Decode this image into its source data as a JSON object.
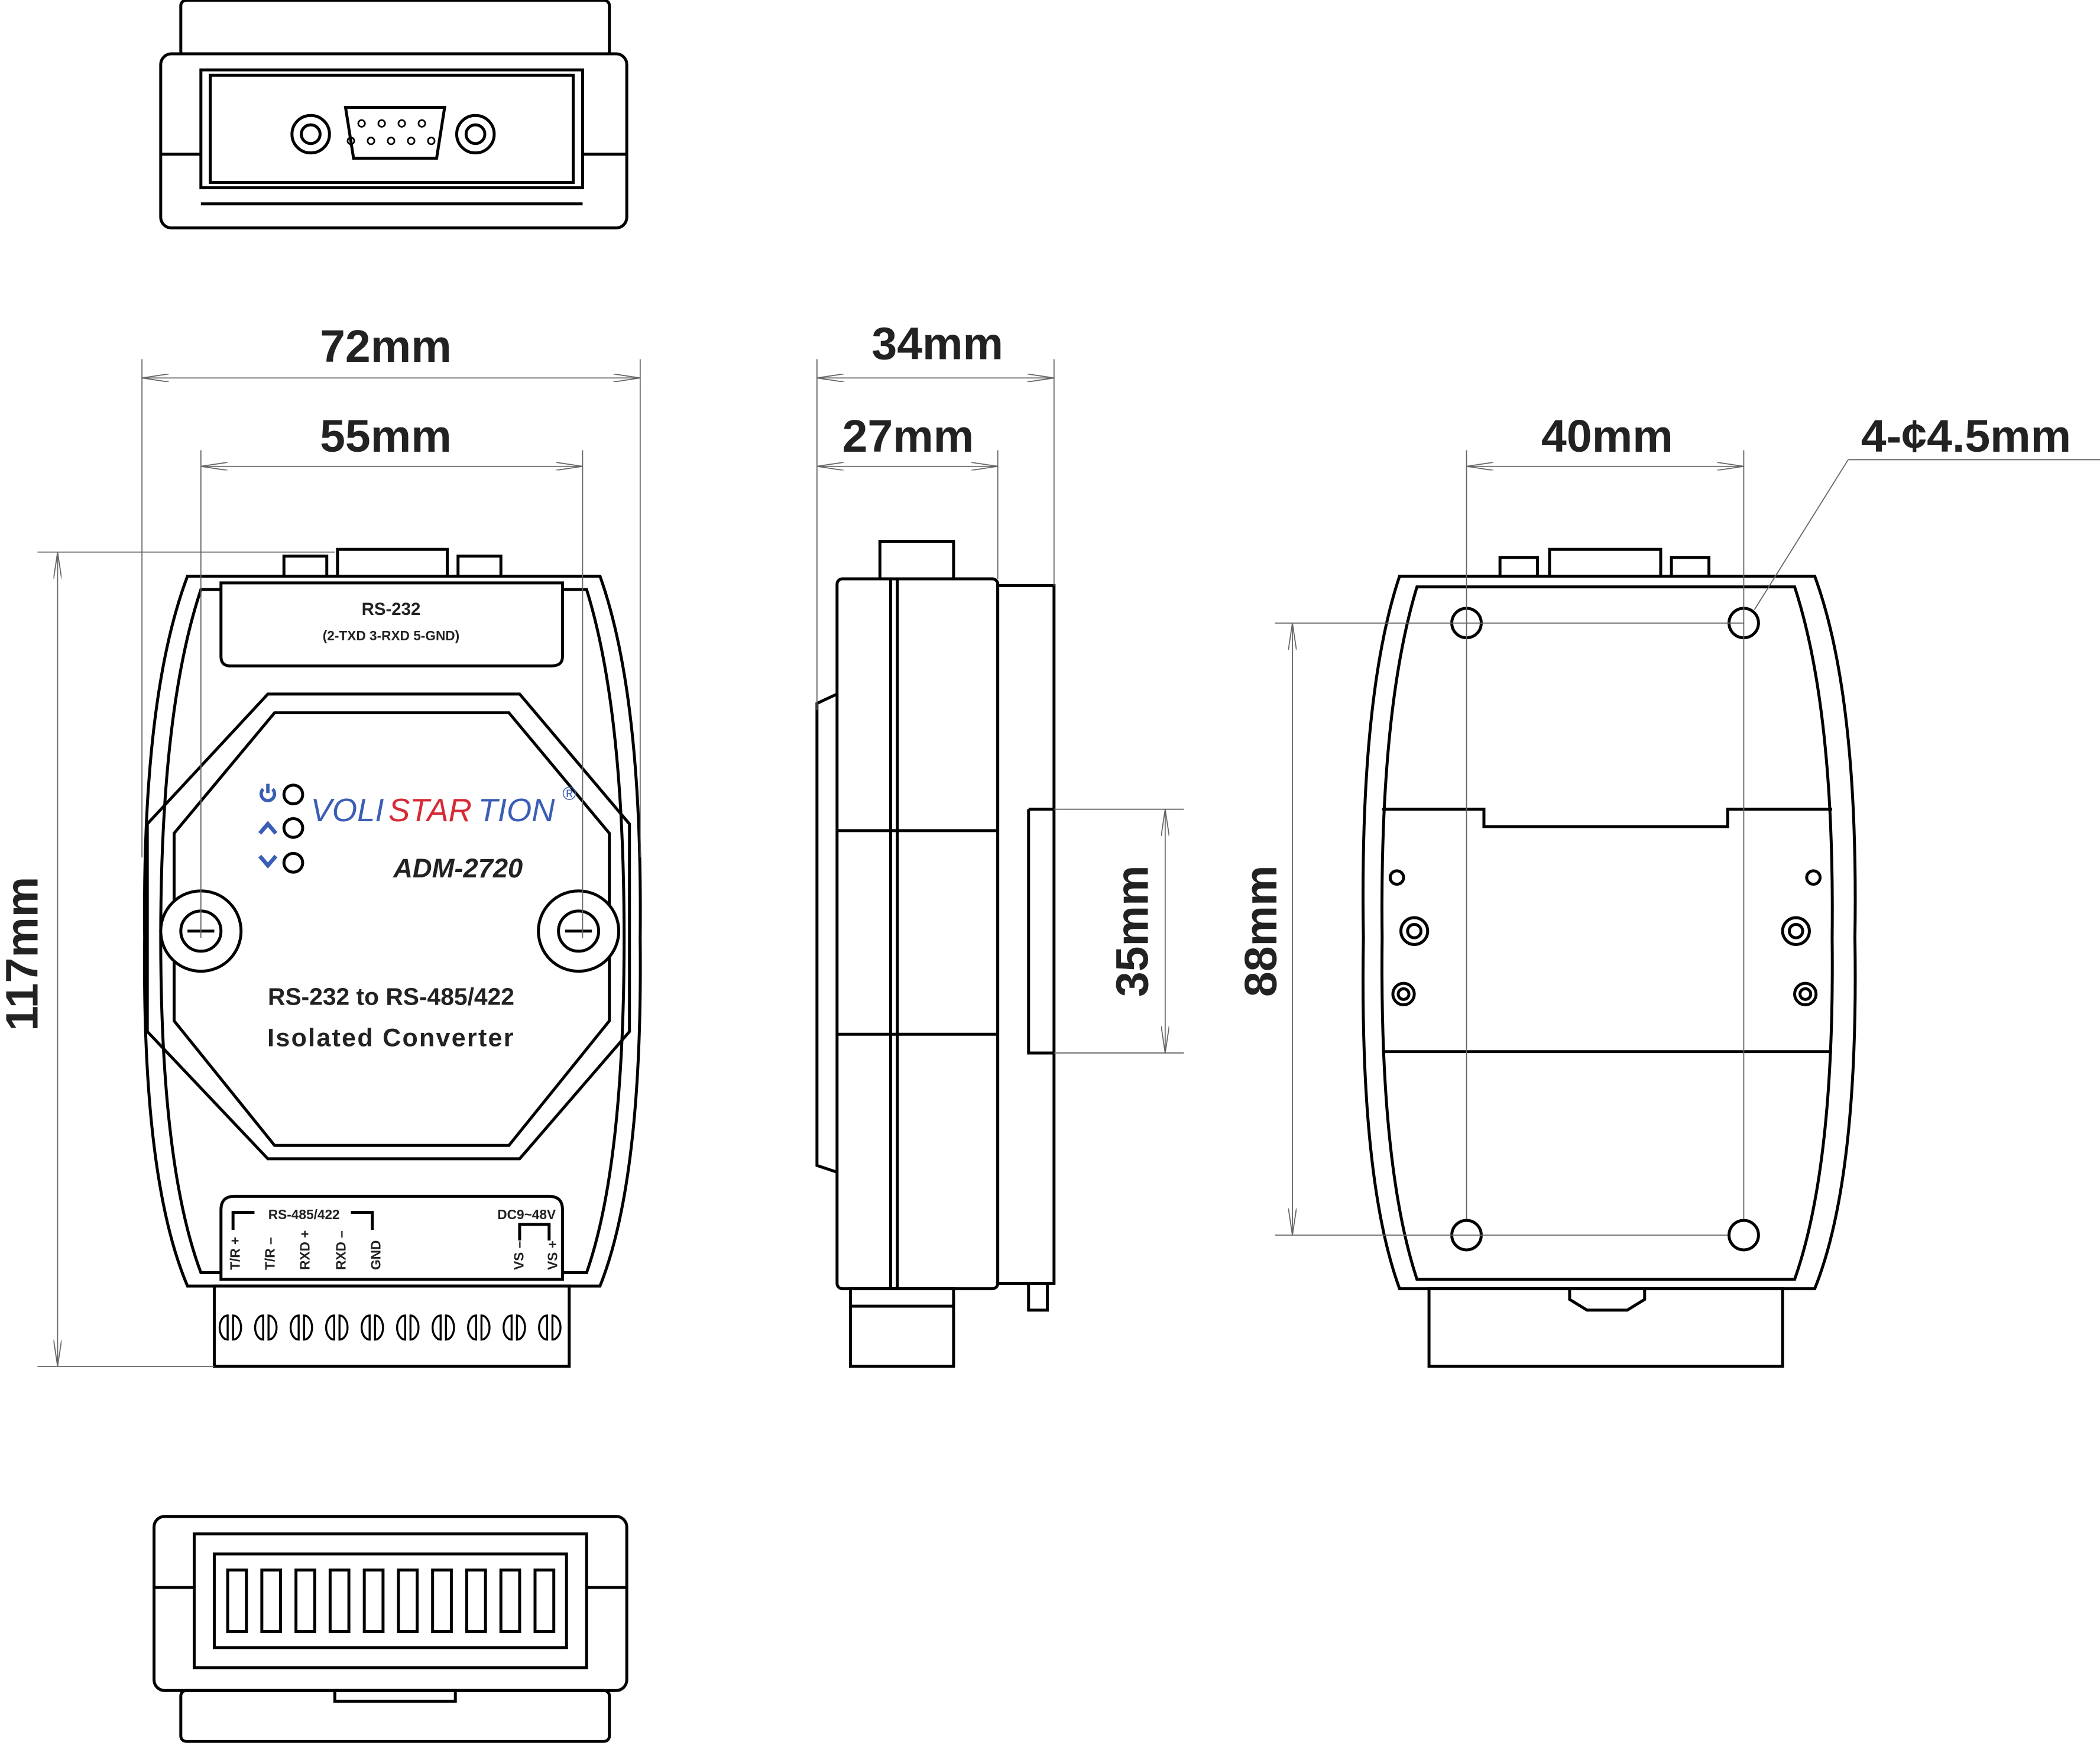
{
  "dimensions": {
    "width_outer": "72mm",
    "width_inner": "55mm",
    "height": "117mm",
    "depth_outer": "34mm",
    "depth_inner": "27mm",
    "din_rail": "35mm",
    "hole_spacing_x": "40mm",
    "hole_spacing_y": "88mm",
    "holes": "4-¢4.5mm"
  },
  "front": {
    "port_title": "RS-232",
    "port_pins": "(2-TXD  3-RXD  5-GND)",
    "brand_part1": "VOLI",
    "brand_part2": "STAR",
    "brand_part3": "TION",
    "registered": "®",
    "model": "ADM-2720",
    "desc_line1": "RS-232 to RS-485/422",
    "desc_line2": "Isolated Converter",
    "terminal_group": "RS-485/422",
    "power_label": "DC9~48V",
    "terminals": [
      "T/R +",
      "T/R –",
      "RXD +",
      "RXD –",
      "GND"
    ],
    "power_terminals": [
      "VS –",
      "VS +"
    ]
  },
  "colors": {
    "brand_blue": "#3a5db5",
    "brand_red": "#d62a35"
  }
}
